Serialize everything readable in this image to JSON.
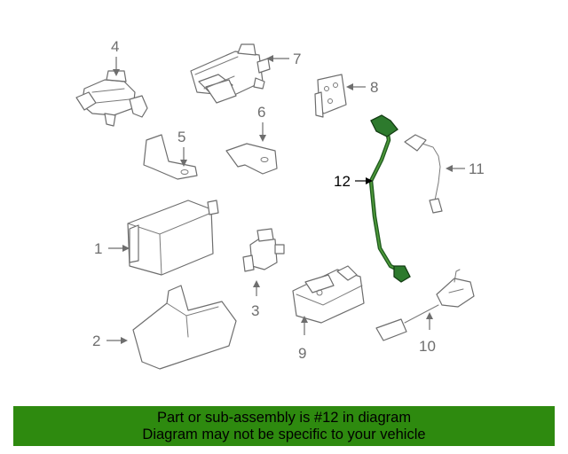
{
  "diagram": {
    "callouts": [
      {
        "id": "1",
        "label": "1"
      },
      {
        "id": "2",
        "label": "2"
      },
      {
        "id": "3",
        "label": "3"
      },
      {
        "id": "4",
        "label": "4"
      },
      {
        "id": "5",
        "label": "5"
      },
      {
        "id": "6",
        "label": "6"
      },
      {
        "id": "7",
        "label": "7"
      },
      {
        "id": "8",
        "label": "8"
      },
      {
        "id": "9",
        "label": "9"
      },
      {
        "id": "10",
        "label": "10"
      },
      {
        "id": "11",
        "label": "11"
      },
      {
        "id": "12",
        "label": "12"
      }
    ],
    "highlighted_part": "12",
    "highlight_color": "#1f5b1f",
    "line_color": "#6e6e6e"
  },
  "banner": {
    "line1": "Part or sub-assembly is #12 in diagram",
    "line2": "Diagram may not be specific to your vehicle",
    "background": "#2e8a0f"
  }
}
